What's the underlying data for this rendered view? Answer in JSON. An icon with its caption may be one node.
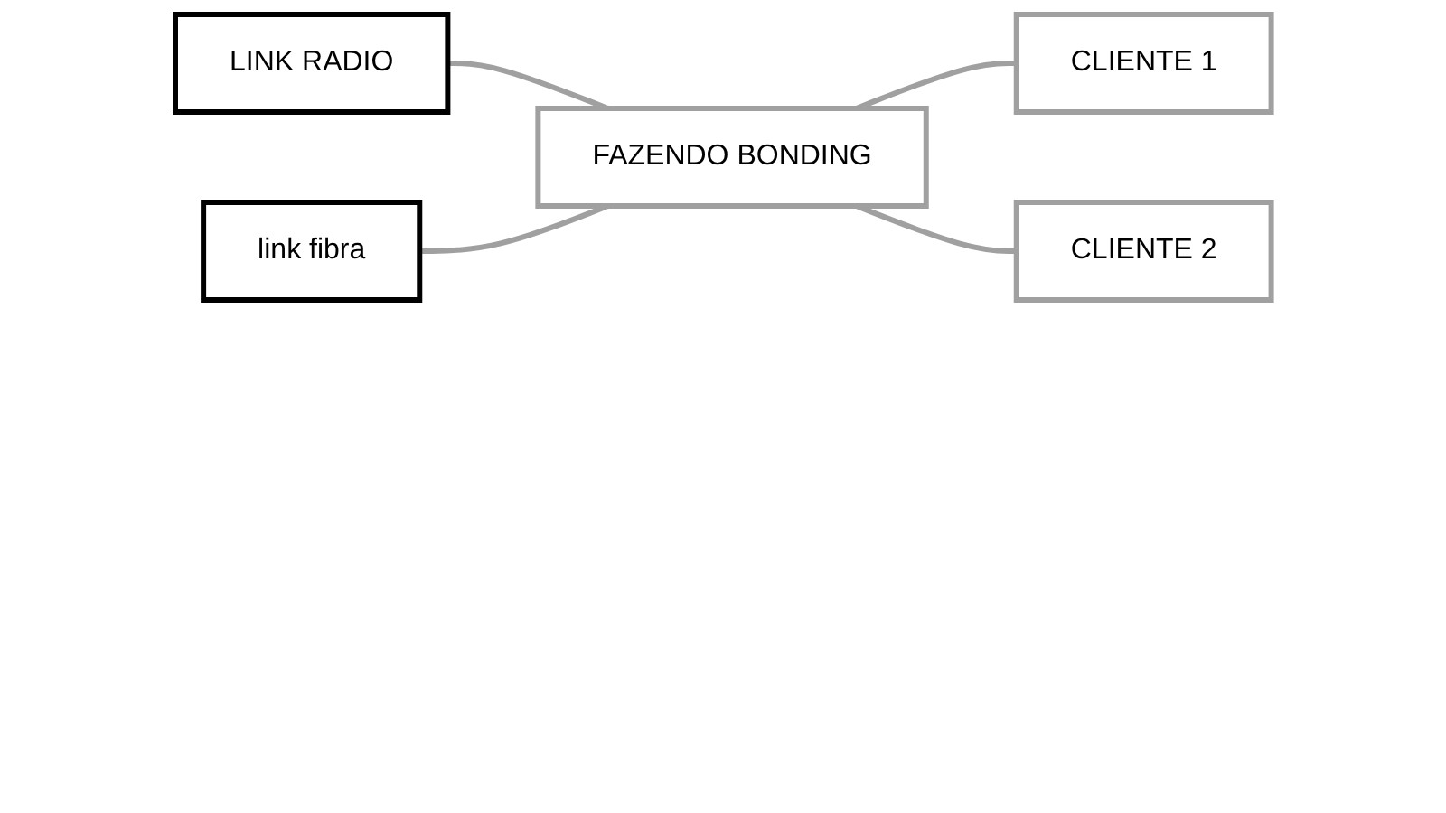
{
  "diagram": {
    "nodes": [
      {
        "text": [
          "LINK RADIO"
        ]
      },
      {
        "text": [
          "link fibra"
        ]
      },
      {
        "text": [
          "FAZENDO BONDING"
        ]
      },
      {
        "text": [
          "CLIENTE 1"
        ]
      },
      {
        "text": [
          "CLIENTE 2"
        ]
      }
    ],
    "edges": [
      {
        "from": 0,
        "to": 2,
        "arrow": "none"
      },
      {
        "from": 1,
        "to": 2,
        "arrow": "none"
      },
      {
        "from": 2,
        "to": 3,
        "arrow": "none"
      },
      {
        "from": 2,
        "to": 4,
        "arrow": "none"
      }
    ]
  }
}
